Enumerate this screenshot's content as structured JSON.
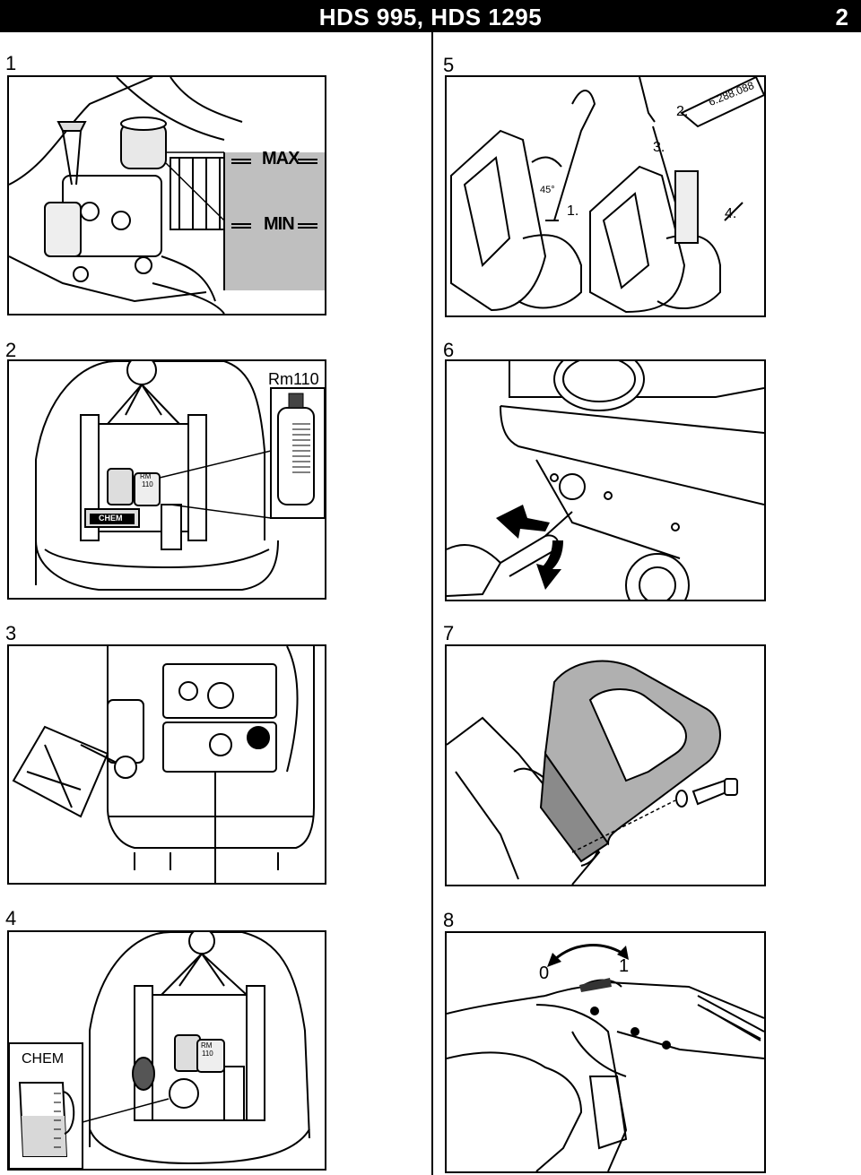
{
  "header": {
    "title": "HDS 995, HDS 1295",
    "page_number": "2"
  },
  "figures": [
    {
      "number": "1"
    },
    {
      "number": "2"
    },
    {
      "number": "3"
    },
    {
      "number": "4"
    },
    {
      "number": "5"
    },
    {
      "number": "6"
    },
    {
      "number": "7"
    },
    {
      "number": "8"
    }
  ],
  "fig1": {
    "max_label": "MAX",
    "min_label": "MIN"
  },
  "fig2": {
    "product_label": "Rm110",
    "cap_label_top": "RM",
    "cap_label_bottom": "110",
    "chem_label": "CHEM"
  },
  "fig4": {
    "chem_label": "CHEM",
    "cap_label_top": "RM",
    "cap_label_bottom": "110"
  },
  "fig5": {
    "angle_label": "45°",
    "step1": "1.",
    "step2": "2.",
    "step3": "3.",
    "step4": "4.",
    "part_number": "6.288.088"
  },
  "fig8": {
    "position_off": "0",
    "position_on": "1"
  }
}
